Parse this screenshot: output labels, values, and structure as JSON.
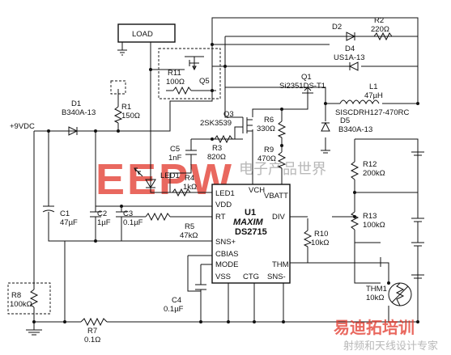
{
  "schematic": {
    "input": "+9VDC",
    "load": "LOAD",
    "ic": {
      "ref": "U1",
      "brand": "MAXIM",
      "part": "DS2715",
      "pins": {
        "led1": "LED1",
        "vdd": "VDD",
        "rt": "RT",
        "snsp": "SNS+",
        "cbias": "CBIAS",
        "mode": "MODE",
        "vss": "VSS",
        "ctg": "CTG",
        "snsm": "SNS-",
        "vch": "VCH",
        "vbatt": "VBATT",
        "div": "DIV",
        "thm": "THM"
      }
    },
    "parts": {
      "d1": {
        "ref": "D1",
        "value": "B340A-13"
      },
      "r1": {
        "ref": "R1",
        "value": "150Ω"
      },
      "r11": {
        "ref": "R11",
        "value": "100Ω"
      },
      "q5": {
        "ref": "Q5"
      },
      "d2": {
        "ref": "D2"
      },
      "r2": {
        "ref": "R2",
        "value": "220Ω"
      },
      "d4": {
        "ref": "D4",
        "value": "US1A-13"
      },
      "q1": {
        "ref": "Q1",
        "value": "Si2351DS-T1"
      },
      "l1": {
        "ref": "L1",
        "value": "47µH",
        "part": "SISCDRH127-470RC"
      },
      "q3": {
        "ref": "Q3",
        "value": "2SK3539"
      },
      "r6": {
        "ref": "R6",
        "value": "330Ω"
      },
      "d5": {
        "ref": "D5",
        "value": "B340A-13"
      },
      "c5": {
        "ref": "C5",
        "value": "1nF"
      },
      "r3": {
        "ref": "R3",
        "value": "820Ω"
      },
      "r9": {
        "ref": "R9",
        "value": "470Ω"
      },
      "r12": {
        "ref": "R12",
        "value": "200kΩ"
      },
      "led1": {
        "ref": "LED1"
      },
      "r4": {
        "ref": "R4",
        "value": "1kΩ"
      },
      "c1": {
        "ref": "C1",
        "value": "47µF"
      },
      "c2": {
        "ref": "C2",
        "value": "1µF"
      },
      "c3": {
        "ref": "C3",
        "value": "0.1µF"
      },
      "r5": {
        "ref": "R5",
        "value": "47kΩ"
      },
      "r10": {
        "ref": "R10",
        "value": "10kΩ"
      },
      "r13": {
        "ref": "R13",
        "value": "100kΩ"
      },
      "r8": {
        "ref": "R8",
        "value": "100kΩ"
      },
      "c4": {
        "ref": "C4",
        "value": "0.1µF"
      },
      "thm1": {
        "ref": "THM1",
        "value": "10kΩ"
      },
      "r7": {
        "ref": "R7",
        "value": "0.1Ω"
      }
    },
    "colors": {
      "ink": "#111111",
      "watermark": "#e2362a"
    }
  },
  "watermarks": {
    "logo": "EEPW",
    "site_cn": "电子产品世界",
    "brand_cn": "易迪拓培训",
    "tagline_cn": "射频和天线设计专家"
  }
}
